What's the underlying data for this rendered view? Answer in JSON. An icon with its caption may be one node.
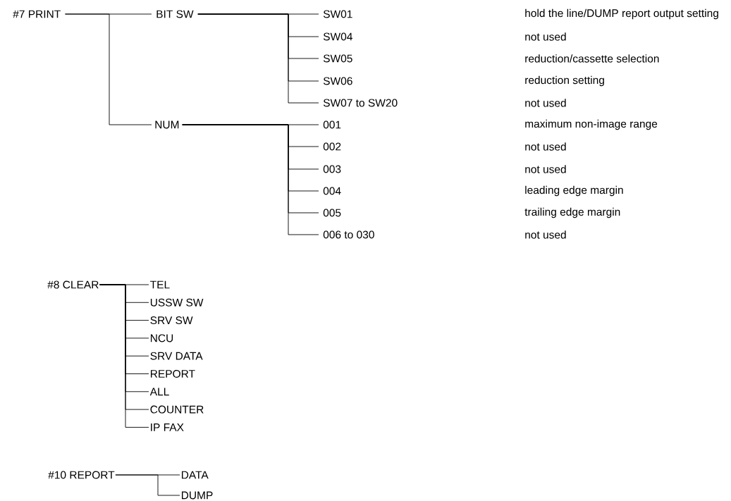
{
  "diagram": {
    "nodes": [
      {
        "text": [
          "#7 PRINT"
        ]
      },
      {
        "text": [
          "BIT SW"
        ]
      },
      {
        "text": [
          "SW01"
        ],
        "beside": [
          "hold the line/DUMP report output setting"
        ]
      },
      {
        "text": [
          "SW04"
        ],
        "beside": [
          "not used"
        ]
      },
      {
        "text": [
          "SW05"
        ],
        "beside": [
          "reduction/cassette selection"
        ]
      },
      {
        "text": [
          "SW06"
        ],
        "beside": [
          "reduction setting"
        ]
      },
      {
        "text": [
          "SW07 to SW20"
        ],
        "beside": [
          "not used"
        ]
      },
      {
        "text": [
          "NUM"
        ]
      },
      {
        "text": [
          "001"
        ],
        "beside": [
          "maximum non-image range"
        ]
      },
      {
        "text": [
          "002"
        ],
        "beside": [
          "not used"
        ]
      },
      {
        "text": [
          "003"
        ],
        "beside": [
          "not used"
        ]
      },
      {
        "text": [
          "004"
        ],
        "beside": [
          "leading edge margin"
        ]
      },
      {
        "text": [
          "005"
        ],
        "beside": [
          "trailing edge margin"
        ]
      },
      {
        "text": [
          "006 to 030"
        ],
        "beside": [
          "not used"
        ]
      },
      {
        "text": [
          "#8 CLEAR"
        ]
      },
      {
        "text": [
          "TEL"
        ]
      },
      {
        "text": [
          "USSW SW"
        ]
      },
      {
        "text": [
          "SRV SW"
        ]
      },
      {
        "text": [
          "NCU"
        ]
      },
      {
        "text": [
          "SRV DATA"
        ]
      },
      {
        "text": [
          "REPORT"
        ]
      },
      {
        "text": [
          "ALL"
        ]
      },
      {
        "text": [
          "COUNTER"
        ]
      },
      {
        "text": [
          "IP FAX"
        ]
      },
      {
        "text": [
          "#10 REPORT"
        ]
      },
      {
        "text": [
          "DATA"
        ]
      },
      {
        "text": [
          "DUMP"
        ]
      }
    ],
    "edges": [
      {
        "from": 0,
        "to": 1,
        "arrow": "none"
      },
      {
        "from": 0,
        "to": 7,
        "arrow": "none"
      },
      {
        "from": 1,
        "to": 2,
        "arrow": "none"
      },
      {
        "from": 1,
        "to": 3,
        "arrow": "none"
      },
      {
        "from": 1,
        "to": 4,
        "arrow": "none"
      },
      {
        "from": 1,
        "to": 5,
        "arrow": "none"
      },
      {
        "from": 1,
        "to": 6,
        "arrow": "none"
      },
      {
        "from": 7,
        "to": 8,
        "arrow": "none"
      },
      {
        "from": 7,
        "to": 9,
        "arrow": "none"
      },
      {
        "from": 7,
        "to": 10,
        "arrow": "none"
      },
      {
        "from": 7,
        "to": 11,
        "arrow": "none"
      },
      {
        "from": 7,
        "to": 12,
        "arrow": "none"
      },
      {
        "from": 7,
        "to": 13,
        "arrow": "none"
      },
      {
        "from": 14,
        "to": 15,
        "arrow": "none"
      },
      {
        "from": 14,
        "to": 16,
        "arrow": "none"
      },
      {
        "from": 14,
        "to": 17,
        "arrow": "none"
      },
      {
        "from": 14,
        "to": 18,
        "arrow": "none"
      },
      {
        "from": 14,
        "to": 19,
        "arrow": "none"
      },
      {
        "from": 14,
        "to": 20,
        "arrow": "none"
      },
      {
        "from": 14,
        "to": 21,
        "arrow": "none"
      },
      {
        "from": 14,
        "to": 22,
        "arrow": "none"
      },
      {
        "from": 14,
        "to": 23,
        "arrow": "none"
      },
      {
        "from": 24,
        "to": 25,
        "arrow": "none"
      },
      {
        "from": 24,
        "to": 26,
        "arrow": "none"
      }
    ]
  }
}
